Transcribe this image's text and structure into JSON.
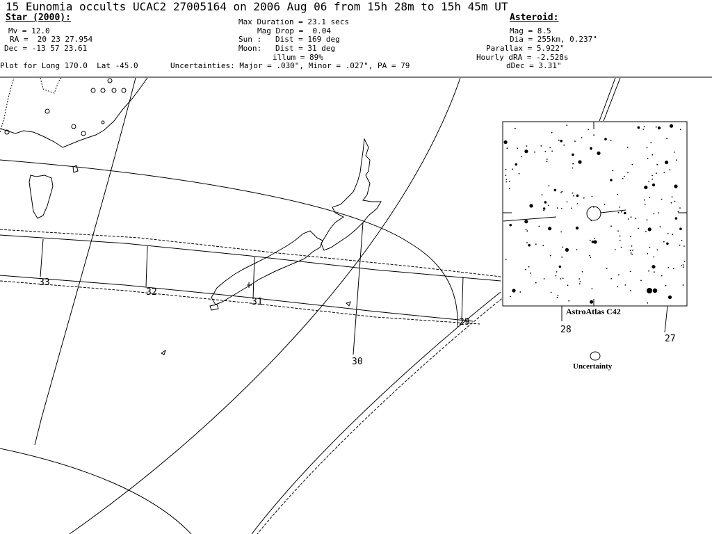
{
  "title": "15 Eunomia occults UCAC2 27005164 on 2006 Aug 06 from 15h 28m to 15h 45m UT",
  "star": {
    "heading": "Star (2000):",
    "mv": "Mv = 12.0",
    "ra": "RA =  20 23 27.954",
    "dec": "Dec = -13 57 23.61"
  },
  "event": {
    "max_duration": "Max Duration = 23.1 secs",
    "mag_drop": "Mag Drop =  0.04",
    "sun": "Sun :   Dist = 169 deg",
    "moon": "Moon:   Dist = 31 deg",
    "illum": "illum = 89%"
  },
  "asteroid": {
    "heading": "Asteroid:",
    "mag": "Mag = 8.5",
    "dia": "Dia = 255km, 0.237\"",
    "parallax": "Parallax = 5.922\"",
    "hourly_dra": "Hourly dRA = -2.528s",
    "ddec": "dDec = 3.31\""
  },
  "plot_for": "Plot for Long 170.0  Lat -45.0",
  "uncertainties": "Uncertainties: Major = .030\", Minor = .027\", PA = 79",
  "time_ticks": [
    "33",
    "32",
    "31",
    "30",
    "29",
    "28",
    "27"
  ],
  "inset": {
    "label": "AstroAtlas C42",
    "uncertainty_label": "Uncertainty"
  }
}
